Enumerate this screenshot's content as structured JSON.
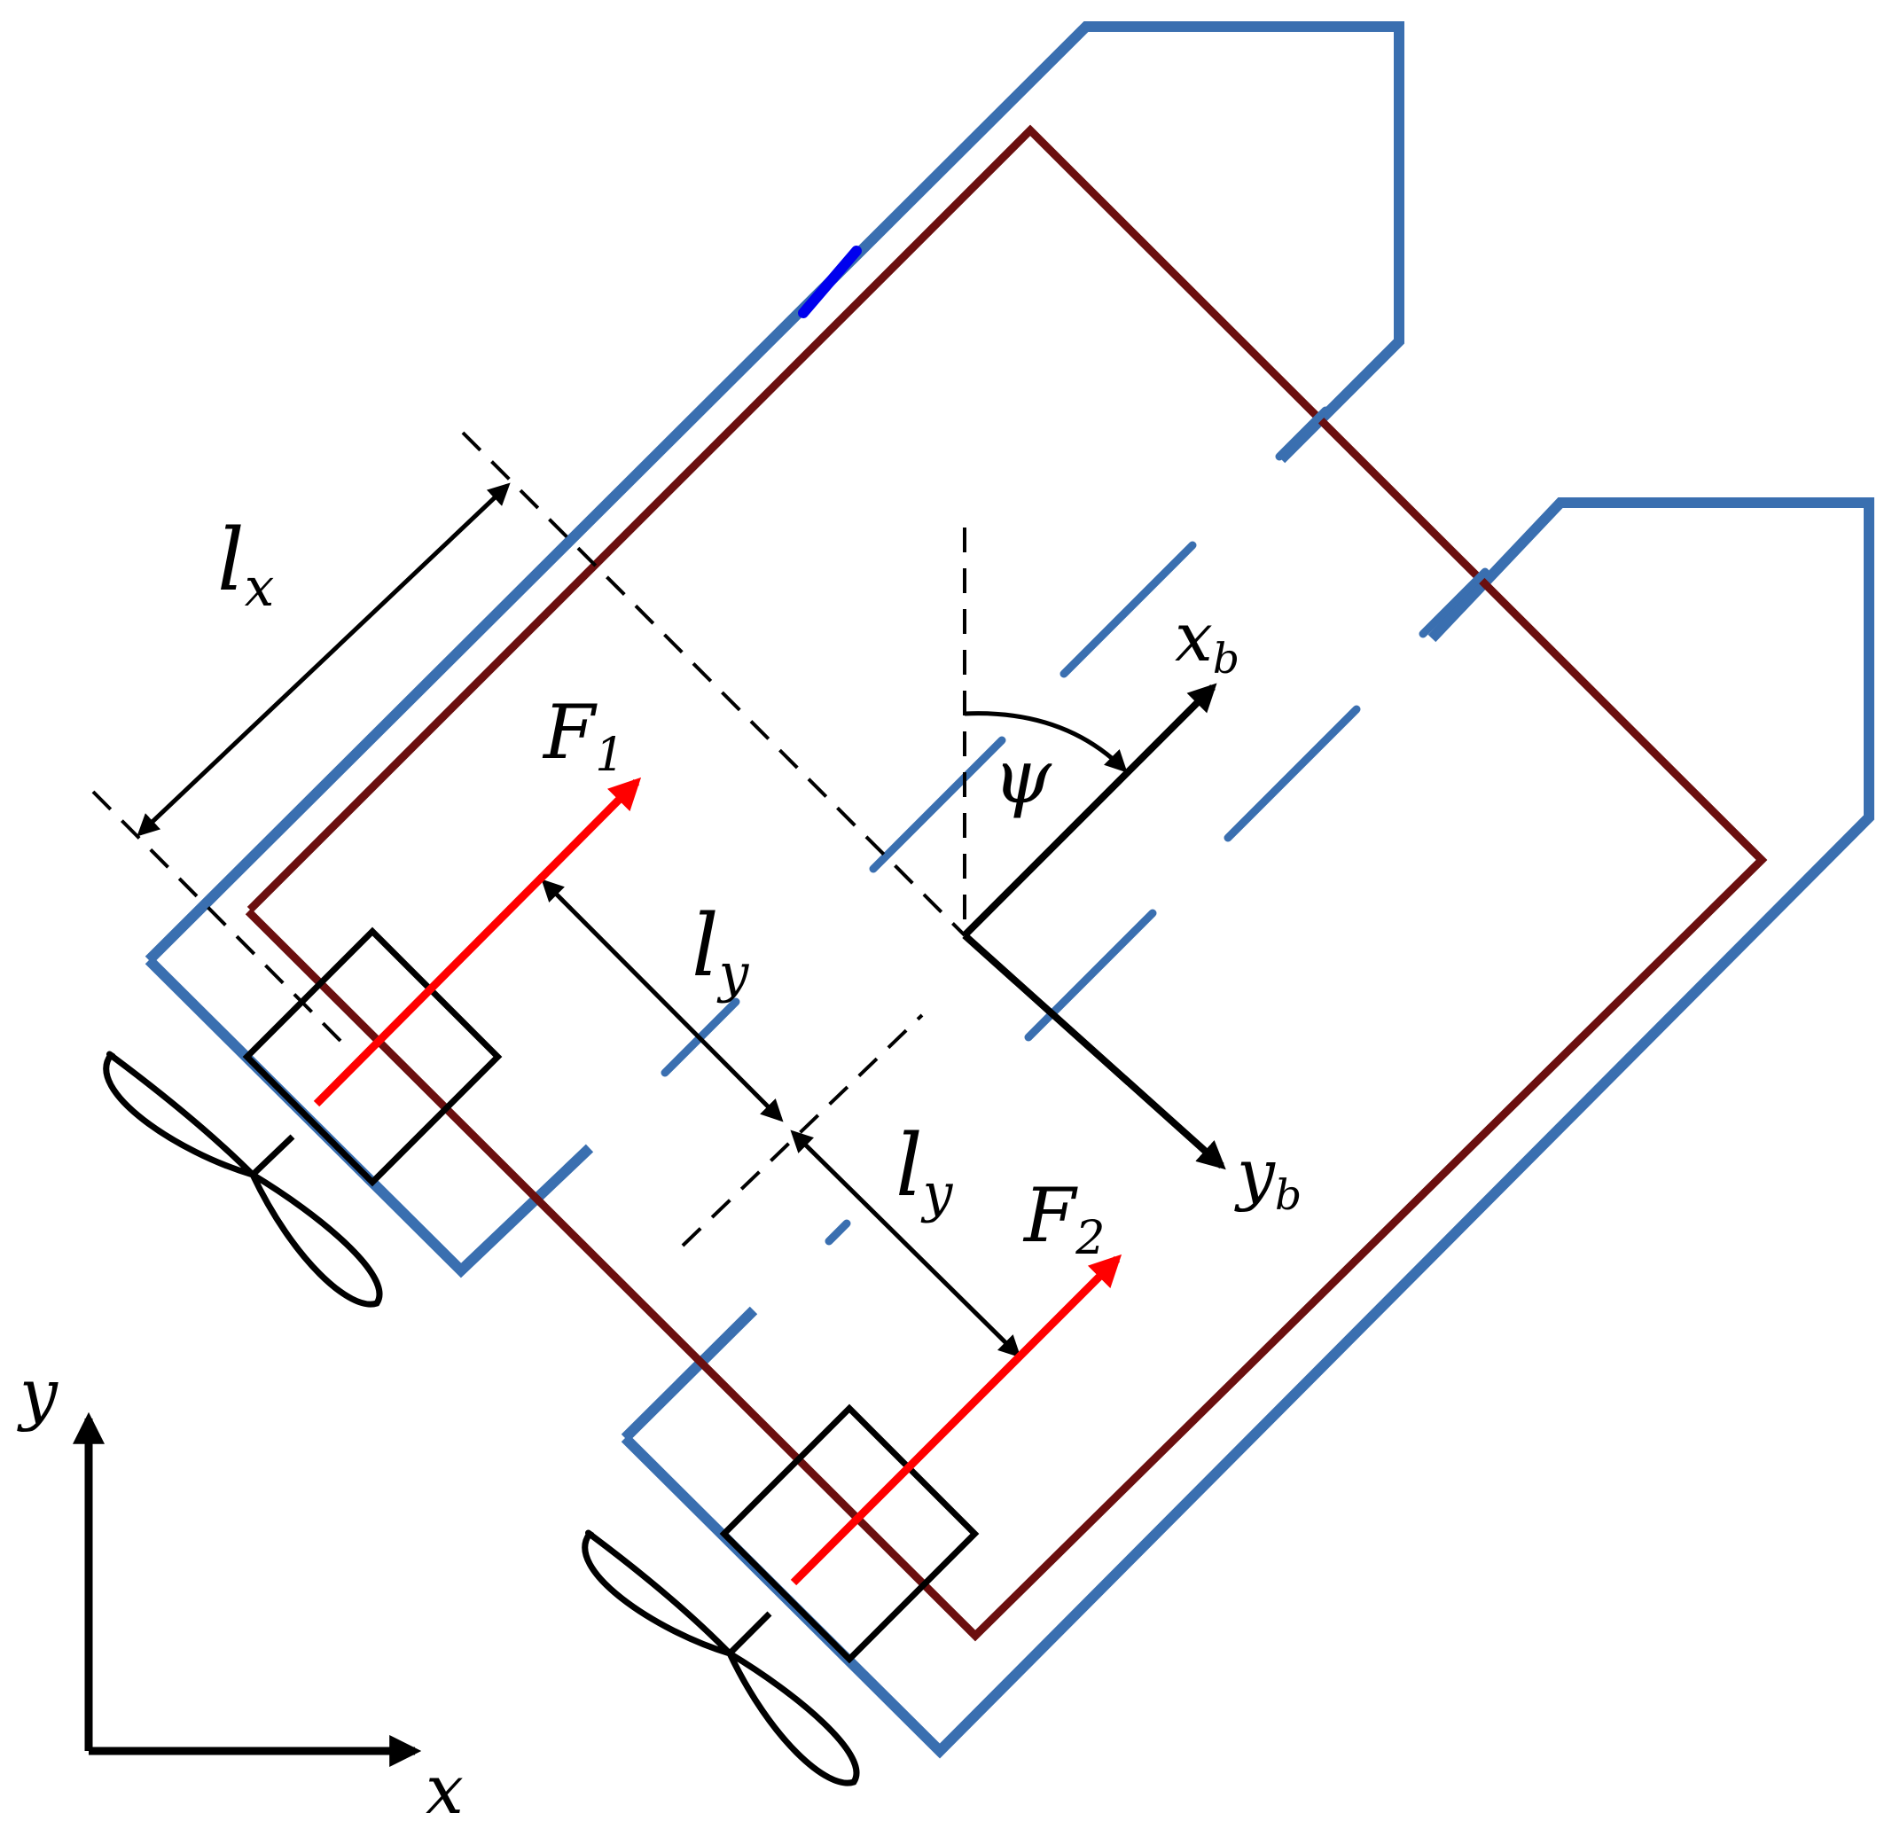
{
  "labels": {
    "lx_main": "l",
    "lx_sub": "x",
    "ly1_main": "l",
    "ly1_sub": "y",
    "ly2_main": "l",
    "ly2_sub": "y",
    "f1_main": "F",
    "f1_sub": "1",
    "f2_main": "F",
    "f2_sub": "2",
    "xb_main": "x",
    "xb_sub": "b",
    "yb_main": "y",
    "yb_sub": "b",
    "psi": "ψ",
    "axis_x": "x",
    "axis_y": "y"
  },
  "colors": {
    "hull_blue": "#3a6fb0",
    "deck_maroon": "#6b0f0f",
    "thrust_red": "#ff0000",
    "ink": "#000000",
    "highlight_blue": "#0000ee"
  }
}
